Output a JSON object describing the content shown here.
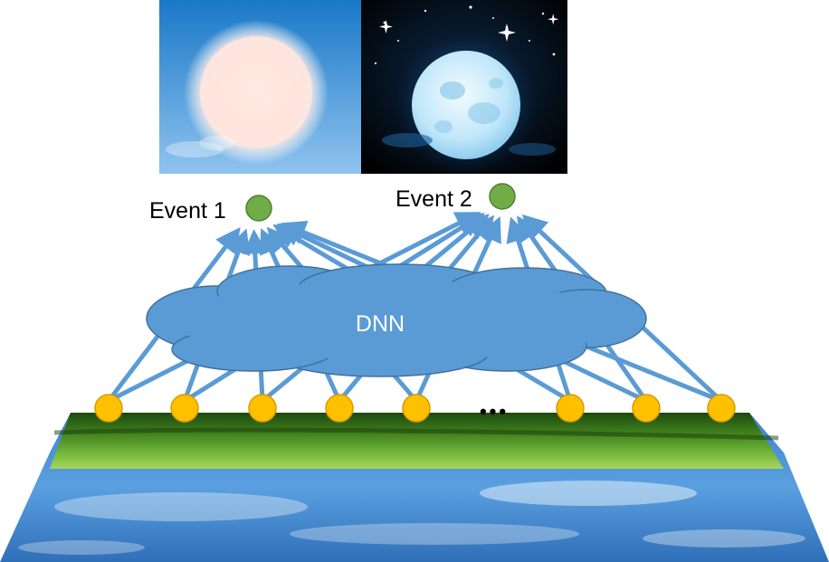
{
  "diagram": {
    "events": [
      {
        "label": "Event 1",
        "image": "sun-in-blue-sky"
      },
      {
        "label": "Event 2",
        "image": "full-moon-in-night-sky"
      }
    ],
    "model": {
      "label": "DNN"
    },
    "sensors": {
      "visible_count": 8,
      "ellipsis": "•••"
    },
    "ground": {
      "image": "grass-and-sky-plane"
    },
    "colors": {
      "arrow": "#5b9bd5",
      "cloud": "#5b9bd5",
      "cloud_text": "#ffffff",
      "event_node": "#70ad47",
      "sensor_node": "#ffc000",
      "label_text": "#000000"
    }
  }
}
